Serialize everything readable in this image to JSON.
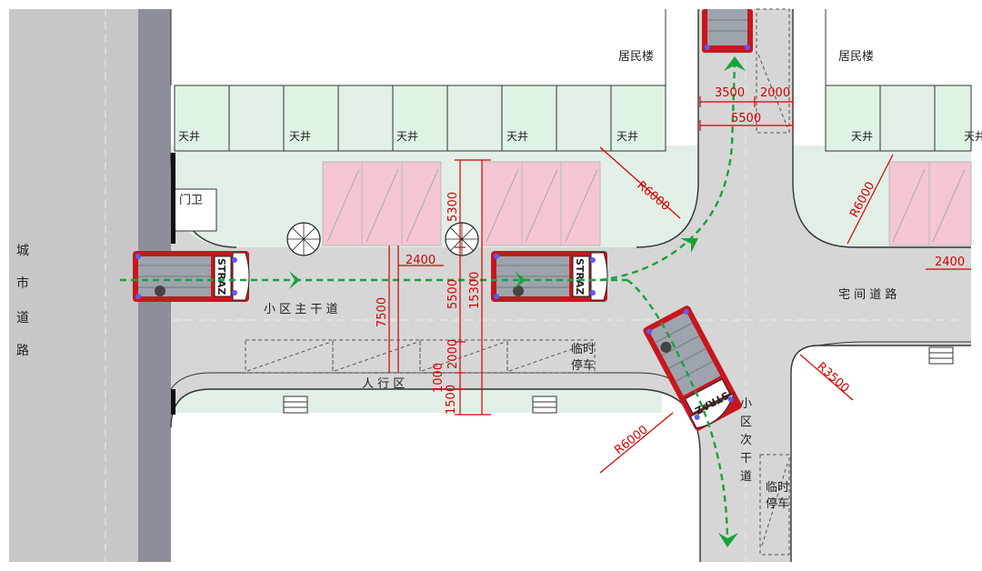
{
  "labels": {
    "residential_building_left": "居民楼",
    "residential_building_right": "居民楼",
    "patio": "天井",
    "guard_room": "门卫",
    "city_road": [
      "城",
      "市",
      "道",
      "路"
    ],
    "main_road": "小 区 主 干 道",
    "house_road": "宅 间 道 路",
    "pedestrian_zone": "人 行 区",
    "temp_parking_1": [
      "临时",
      "停车"
    ],
    "temp_parking_2": [
      "临时",
      "停车"
    ],
    "secondary_road": [
      "小",
      "区",
      "次",
      "干",
      "道"
    ],
    "truck_plate": "STRAZ"
  },
  "dimensions": {
    "d3500": "3500",
    "d2000_top": "2000",
    "d5500_top": "5500",
    "r6000_top": "R6000",
    "r6000_right": "R6000",
    "r6000_bottom": "R6000",
    "r3500": "R3500",
    "d5300": "5300",
    "d2400_left": "2400",
    "d2400_right": "2400",
    "d7500": "7500",
    "d5500_mid": "5500",
    "d15300": "15300",
    "d2000_mid": "2000",
    "d1000": "1000",
    "d1500": "1500"
  },
  "colors": {
    "road": "#d6d6d6",
    "city_road": "#c7c7c7",
    "median": "#8c8f99",
    "green_area": "#e2efe6",
    "green_box": "#dff3e4",
    "parking": "#f4c6d2",
    "dimension": "#d40000",
    "route": "#17a33a",
    "truck_red": "#c8161d"
  }
}
